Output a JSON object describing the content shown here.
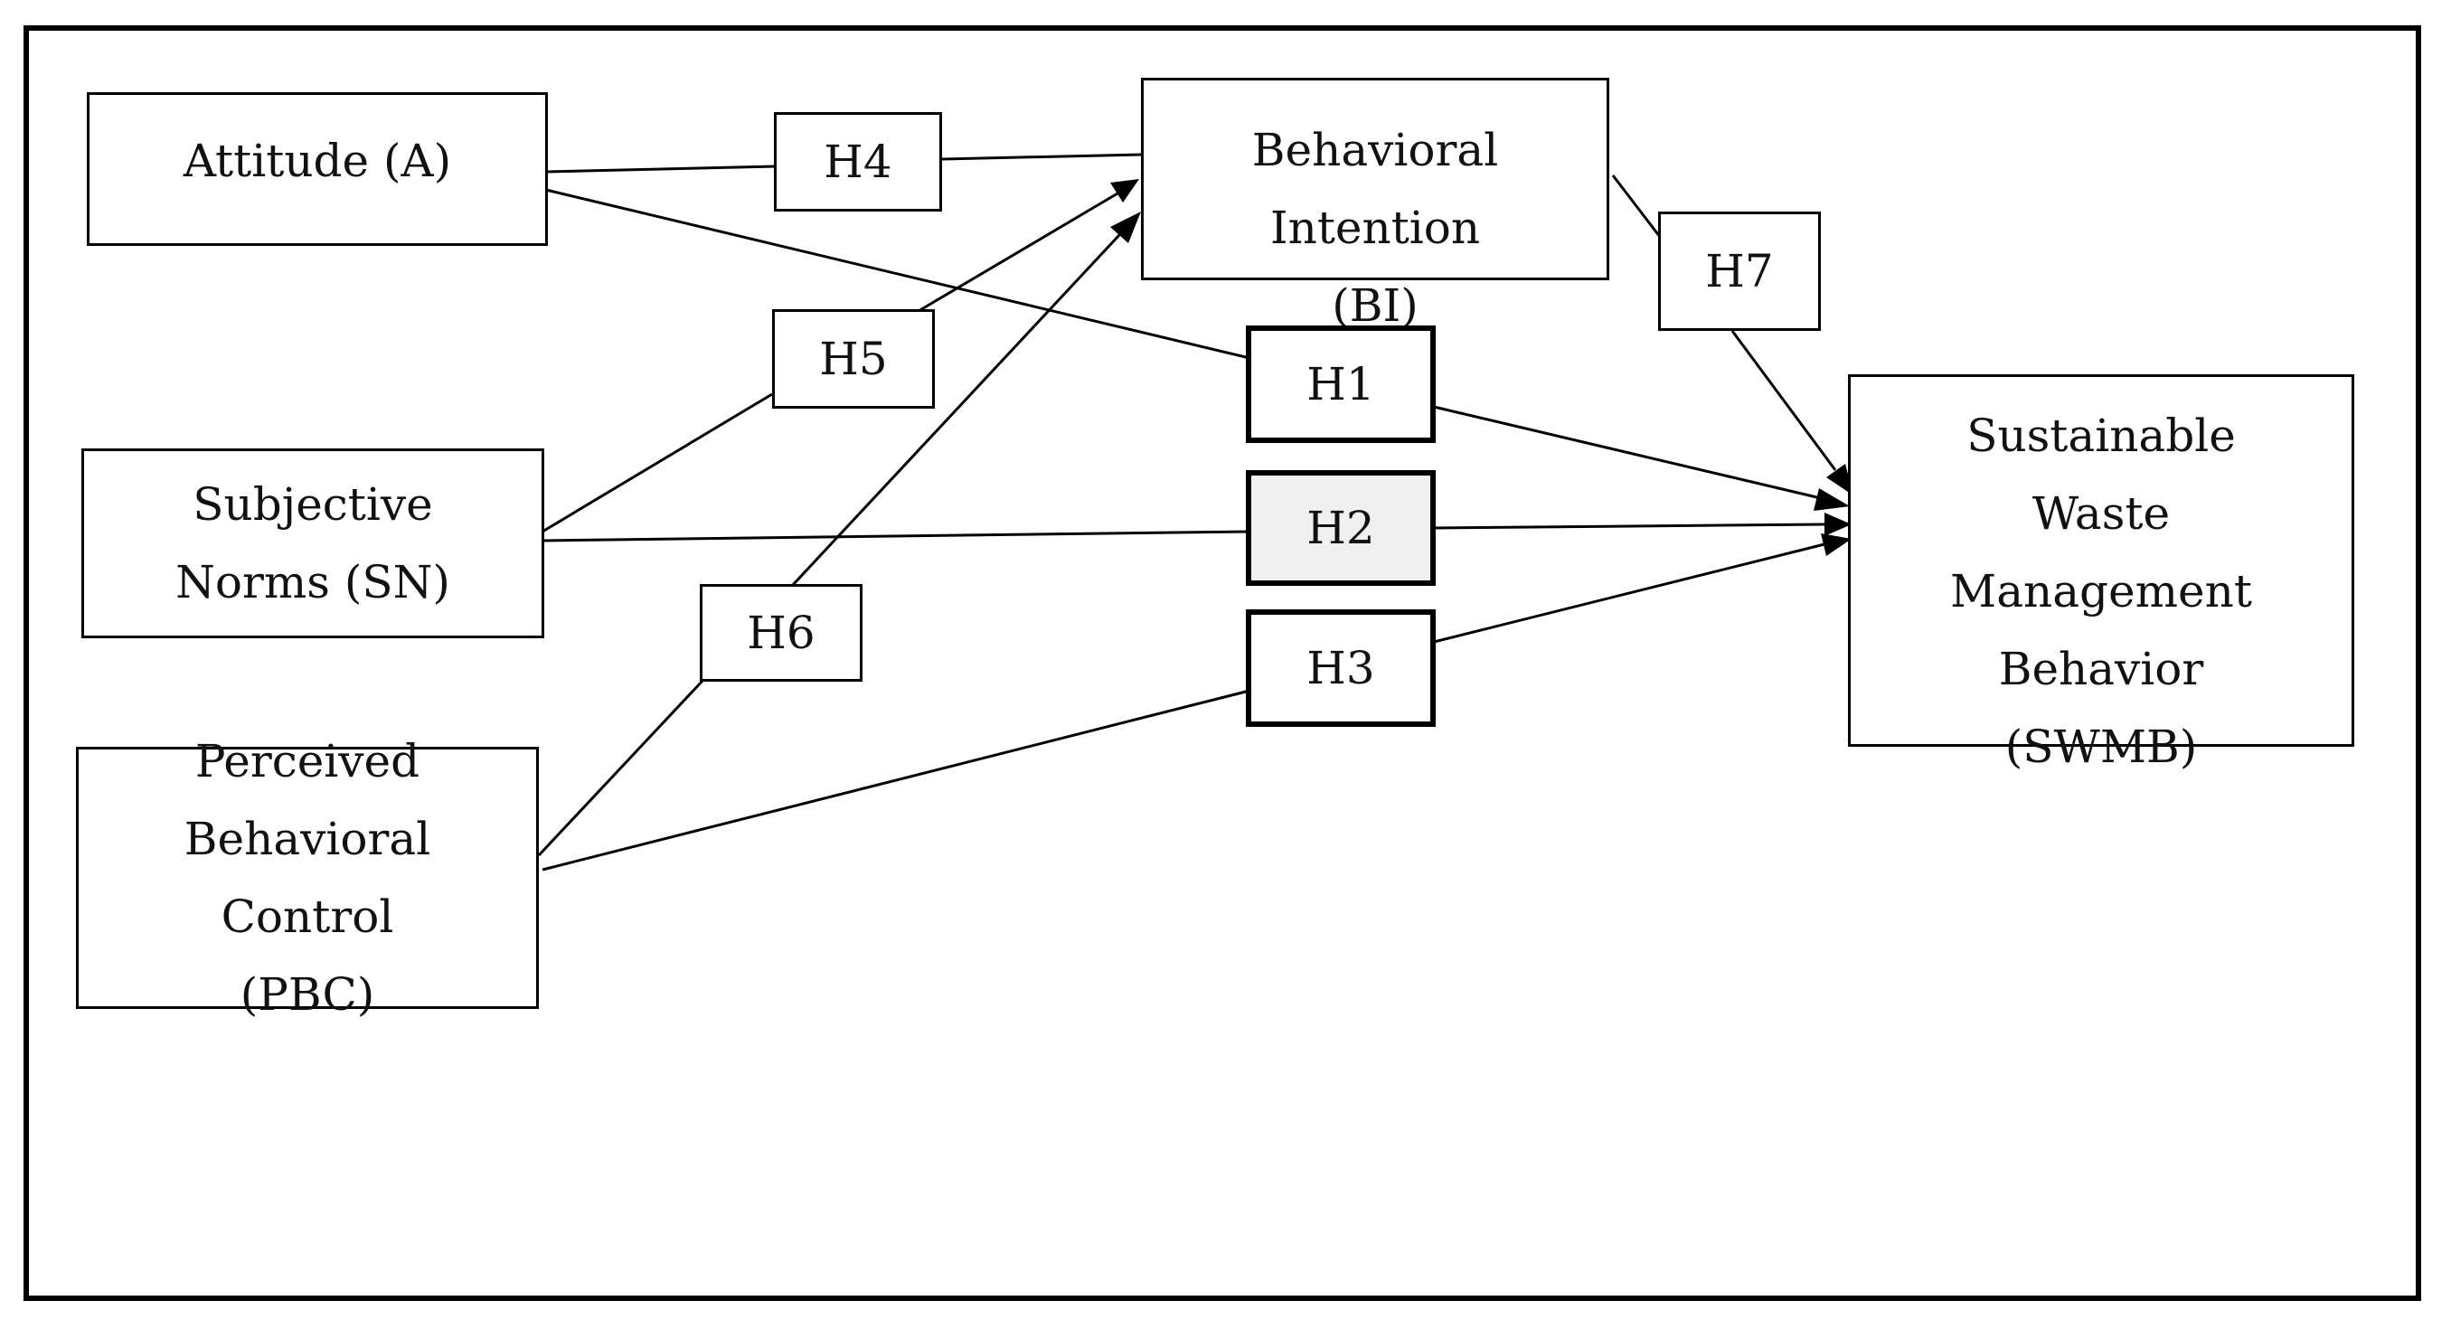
{
  "constructs": {
    "attitude": "Attitude (A)",
    "behavioral_intention": "Behavioral Intention (BI)",
    "subjective_norms": "Subjective Norms (SN)",
    "perceived_behavioral_control": "Perceived Behavioral Control (PBC)",
    "swmb": "Sustainable Waste Management Behavior (SWMB)"
  },
  "hypotheses": {
    "h1": "H1",
    "h2": "H2",
    "h3": "H3",
    "h4": "H4",
    "h5": "H5",
    "h6": "H6",
    "h7": "H7"
  }
}
